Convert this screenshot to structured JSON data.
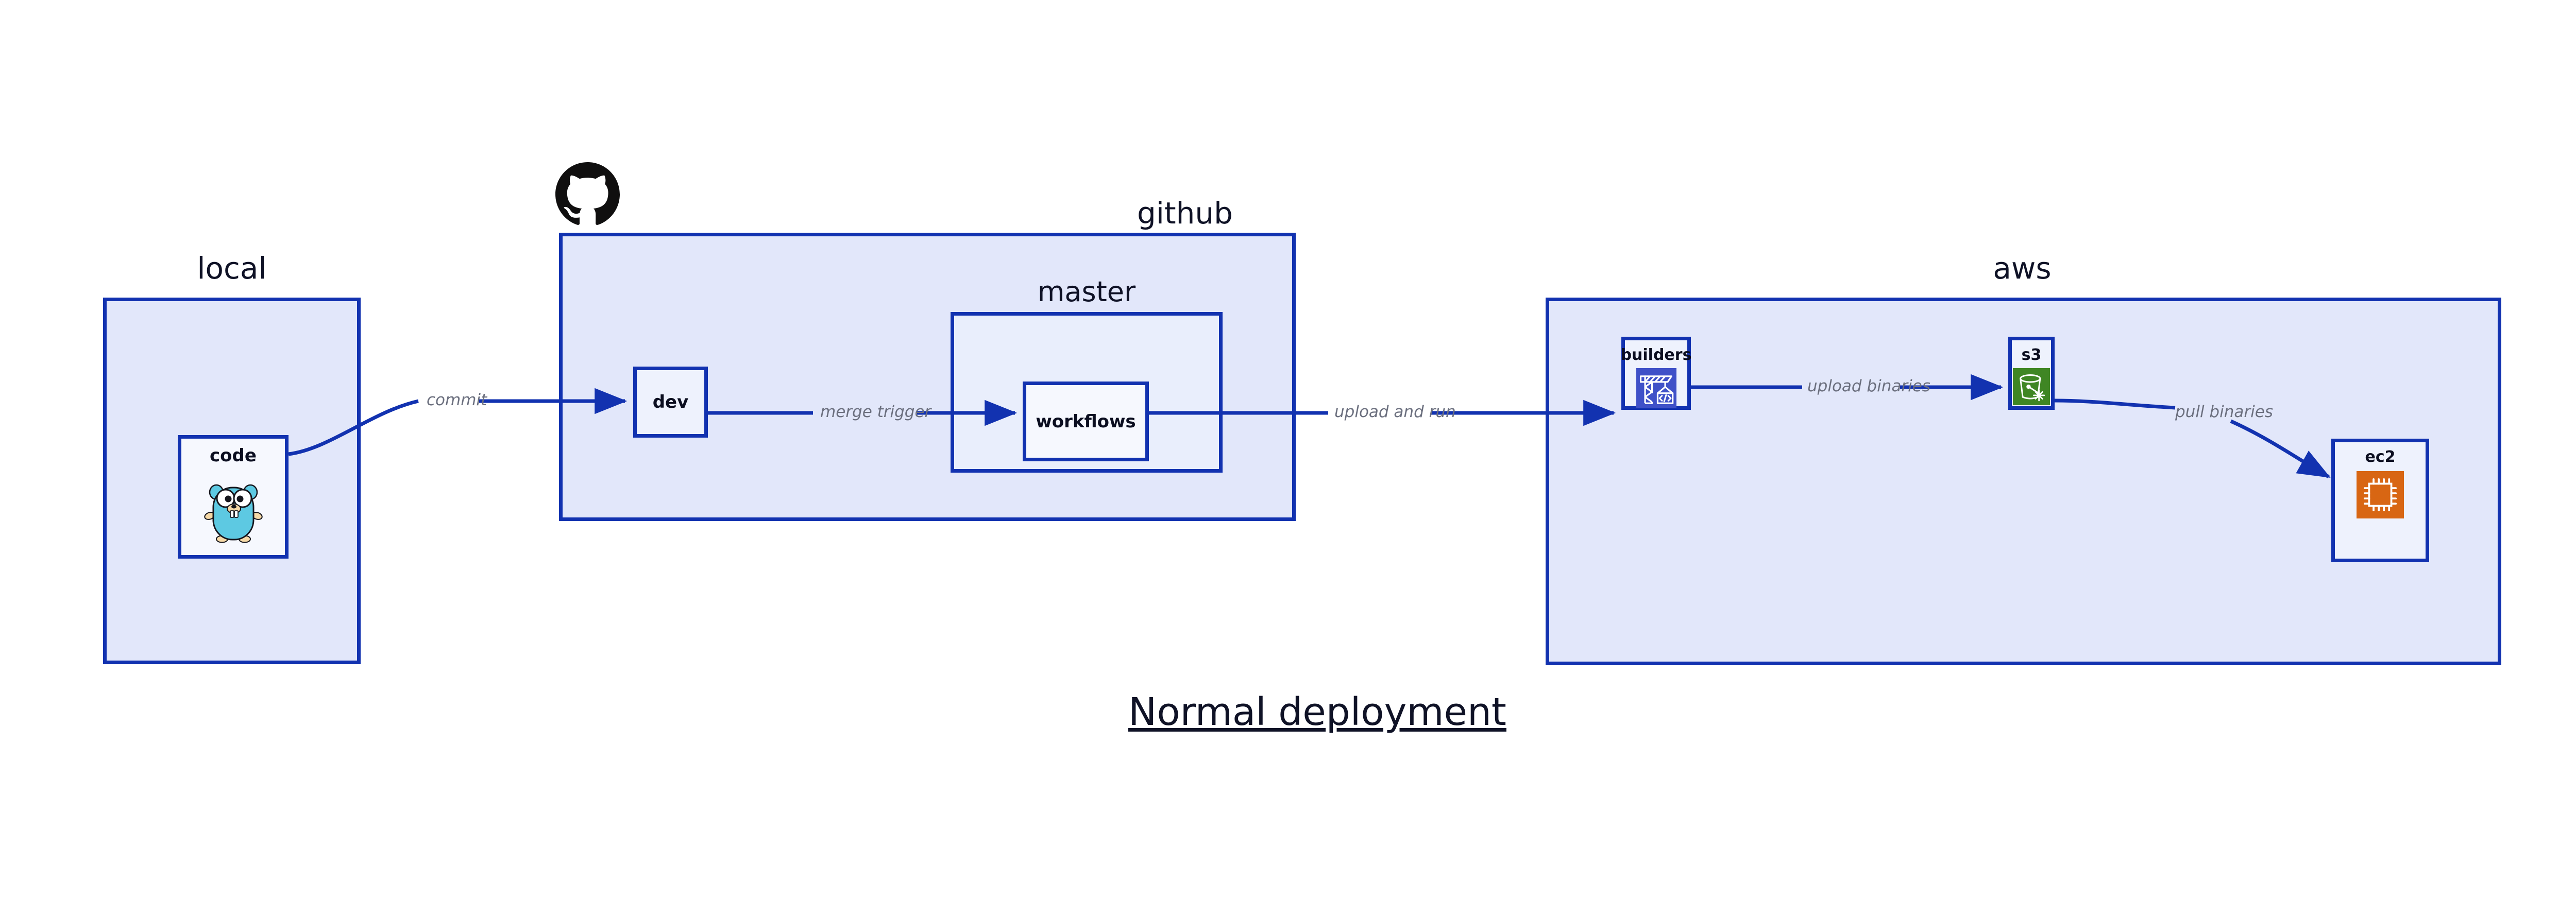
{
  "diagram": {
    "title": "Normal deployment",
    "accent_border": "#1232b0",
    "group_fill": "#e2e7fa",
    "node_fill": "#eef2fd",
    "label_color": "#6b6f7e",
    "text_color": "#0f1226",
    "background": "#ffffff"
  },
  "groups": [
    {
      "id": "local",
      "label": "local"
    },
    {
      "id": "github",
      "label": "github"
    },
    {
      "id": "master",
      "label": "master"
    },
    {
      "id": "aws",
      "label": "aws"
    }
  ],
  "nodes": [
    {
      "id": "code",
      "label": "code",
      "icon": "go-gopher-icon",
      "icon_color": "#5dc9e2"
    },
    {
      "id": "dev",
      "label": "dev",
      "icon": null,
      "icon_color": null
    },
    {
      "id": "workflows",
      "label": "workflows",
      "icon": null,
      "icon_color": null
    },
    {
      "id": "builders",
      "label": "builders",
      "icon": "crane-code-icon",
      "icon_color": "#3f51c8"
    },
    {
      "id": "s3",
      "label": "s3",
      "icon": "s3-bucket-icon",
      "icon_color": "#3f8624"
    },
    {
      "id": "ec2",
      "label": "ec2",
      "icon": "ec2-chip-icon",
      "icon_color": "#d86613"
    }
  ],
  "edges": [
    {
      "id": "commit",
      "label": "commit",
      "from": "code",
      "to": "dev"
    },
    {
      "id": "merge-trigger",
      "label": "merge trigger",
      "from": "dev",
      "to": "workflows"
    },
    {
      "id": "upload-and-run",
      "label": "upload and run",
      "from": "workflows",
      "to": "builders"
    },
    {
      "id": "upload-binaries",
      "label": "upload binaries",
      "from": "builders",
      "to": "s3"
    },
    {
      "id": "pull-binaries",
      "label": "pull binaries",
      "from": "s3",
      "to": "ec2"
    }
  ],
  "logos": [
    {
      "id": "github-logo",
      "name": "github-octocat-icon",
      "color": "#100f0f"
    }
  ]
}
